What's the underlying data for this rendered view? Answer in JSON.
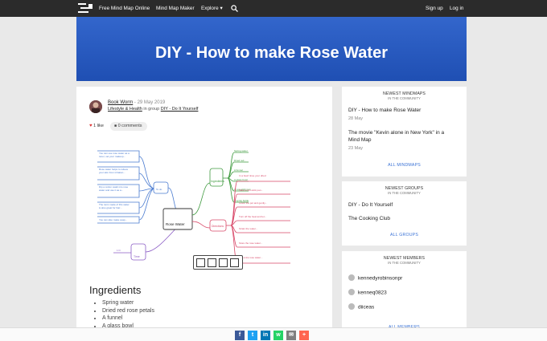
{
  "nav": {
    "links": [
      "Free Mind Map Online",
      "Mind Map Maker",
      "Explore ▾"
    ],
    "signup": "Sign up",
    "login": "Log in"
  },
  "hero": {
    "title": "DIY - How to make Rose Water"
  },
  "post": {
    "author": "Book Worm",
    "date": " - 29 May 2019",
    "category": "Lifestyle & Health",
    "in_group_text": " in group ",
    "group": "DIY - Do It Yourself",
    "likes": "1 like",
    "comments": "0 comments"
  },
  "mindmap": {
    "center": "Rose Water",
    "branches": [
      "Ingredients",
      "To do",
      "Time",
      "Directions"
    ],
    "time_leaf": "1 hr",
    "ingredient_leaves": [
      "Spring water",
      "Dried red rose petals",
      "A funnel",
      "A glass bowl",
      "A non-stick pan",
      "A spray bottle"
    ]
  },
  "content": {
    "ingredients_title": "Ingredients",
    "ingredients": [
      "Spring water",
      "Dried red rose petals",
      "A funnel",
      "A glass bowl"
    ]
  },
  "sidebar": {
    "mindmaps": {
      "head1": "NEWEST MINDMAPS",
      "head2": "IN THE COMMUNITY",
      "items": [
        {
          "title": "DIY - How to make Rose Water",
          "date": "28 May"
        },
        {
          "title_line1": "The movie \"Kevin alone in New York\" in a",
          "title_line2": "Mind Map",
          "date": "23 May"
        }
      ],
      "all": "ALL MINDMAPS"
    },
    "groups": {
      "head1": "NEWEST GROUPS",
      "head2": "IN THE COMMUNITY",
      "items": [
        "DIY - Do It Yourself",
        "The Cooking Club"
      ],
      "all": "ALL GROUPS"
    },
    "members": {
      "head1": "NEWEST MEMBERS",
      "head2": "IN THE COMMUNITY",
      "items": [
        "kennedyrobinsonpr",
        "kenneq0823",
        "diiceas"
      ],
      "all": "ALL MEMBERS"
    }
  },
  "share": {
    "buttons": [
      {
        "name": "facebook",
        "glyph": "f",
        "color": "#3b5998"
      },
      {
        "name": "twitter",
        "glyph": "t",
        "color": "#1da1f2"
      },
      {
        "name": "linkedin",
        "glyph": "in",
        "color": "#0077b5"
      },
      {
        "name": "whatsapp",
        "glyph": "w",
        "color": "#25d366"
      },
      {
        "name": "email",
        "glyph": "✉",
        "color": "#7f7f7f"
      },
      {
        "name": "more",
        "glyph": "+",
        "color": "#ff6550"
      }
    ]
  },
  "colors": {
    "nav": "#2b2b2b",
    "hero": "#2b5fc8",
    "link": "#3b73d6",
    "heart": "#dd3333"
  }
}
